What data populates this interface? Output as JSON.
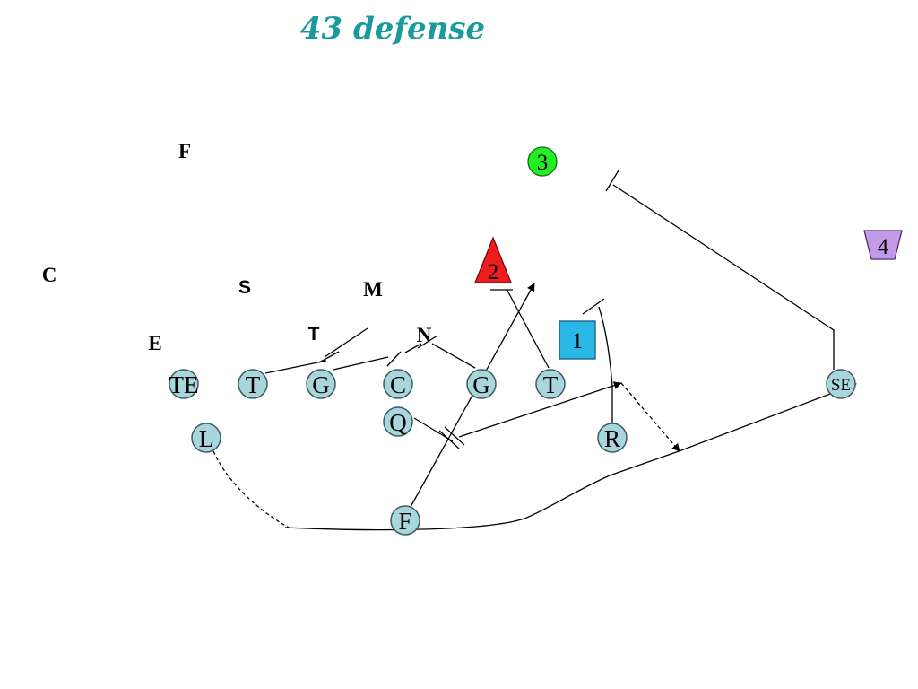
{
  "title": "43 defense",
  "defense": {
    "free_safety": "F",
    "corner": "C",
    "strong_safety": "S",
    "mike": "M",
    "end": "E",
    "tackle": "T",
    "nose": "N"
  },
  "offense": {
    "tight_end": "TE",
    "left_tackle": "T",
    "left_guard": "G",
    "center": "C",
    "right_guard": "G",
    "right_tackle": "T",
    "split_end": "SE",
    "quarterback": "Q",
    "left_back": "L",
    "right_back": "R",
    "fullback": "F"
  },
  "read_markers": {
    "one": "1",
    "two": "2",
    "three": "3",
    "four": "4"
  },
  "colors": {
    "title": "#1a9a9a",
    "offense_fill": "#a8d6dc",
    "marker_one": "#29b8e8",
    "marker_two": "#ee1c1c",
    "marker_three": "#22ee22",
    "marker_four": "#c39ae8"
  }
}
